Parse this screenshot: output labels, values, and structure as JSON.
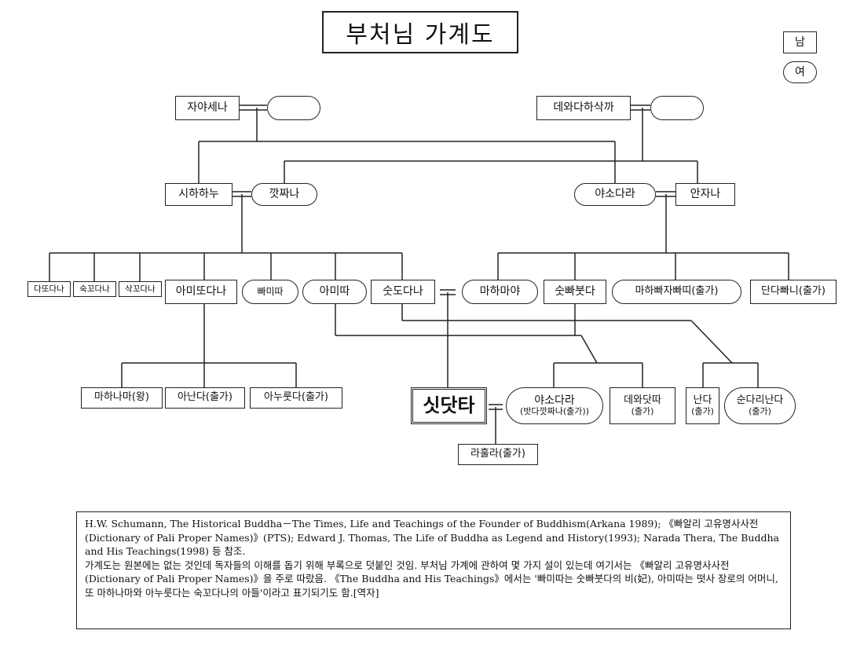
{
  "title": "부처님 가계도",
  "legend": {
    "male": "남",
    "female": "여"
  },
  "people": {
    "jayasena": "자야세나",
    "jayasena_wife": "",
    "devadahasakka": "데와다하삭까",
    "devadahasakka_wife": "",
    "sihahanu": "시하하누",
    "kaccana": "깟짜나",
    "yasodhara_gm": "야소다라",
    "anjana": "안자나",
    "dhotodana": "다또다나",
    "sakkodana": "숙꼬다나",
    "sakkodana2": "삭꼬다나",
    "amitodana": "아미또다나",
    "pamita": "빠미따",
    "amita": "아미따",
    "suddhodana": "숫도다나",
    "mahamaya": "마하마야",
    "suppabuddha": "숫빠붓다",
    "mahapajapati": "마하빠자빠띠(출가)",
    "dandapani": "단다빠니(출가)",
    "mahanama": "마하나마(왕)",
    "ananda": "아난다(출가)",
    "anuruddha": "아누룻다(출가)",
    "siddhattha": "싯닷타",
    "yasodhara_name": "야소다라",
    "yasodhara_sub": "(밧다깟짜나(출가))",
    "devadatta_name": "데와닷따",
    "devadatta_sub": "(출가)",
    "nanda_name": "난다",
    "nanda_sub": "(출가)",
    "sundari_name": "순다리난다",
    "sundari_sub": "(출가)",
    "rahula": "라훌라(출가)"
  },
  "notes": {
    "p1": "H.W. Schumann, The Historical Buddha－The Times, Life and Teachings of the Founder of Buddhism(Arkana 1989); 《빠알리 고유명사사전(Dictionary of Pali Proper Names)》(PTS); Edward J. Thomas, The Life of Buddha as Legend and History(1993); Narada Thera, The Buddha and His Teachings(1998) 등 참조.",
    "p2": "가계도는 원본에는 없는 것인데 독자들의 이해를 돕기 위해 부록으로 덧붙인 것임. 부처님 가계에 관하여 몇 가지 설이 있는데 여기서는 《빠알리 고유명사사전(Dictionary of Pali Proper Names)》을 주로 따랐음. 《The Buddha and His Teachings》에서는 '빠미따는 숫빠붓다의 비(妃), 아미따는 떳사 장로의 어머니, 또 마하나마와 아누룻다는 숙꼬다나의 아들'이라고 표기되기도 함.[역자]"
  }
}
